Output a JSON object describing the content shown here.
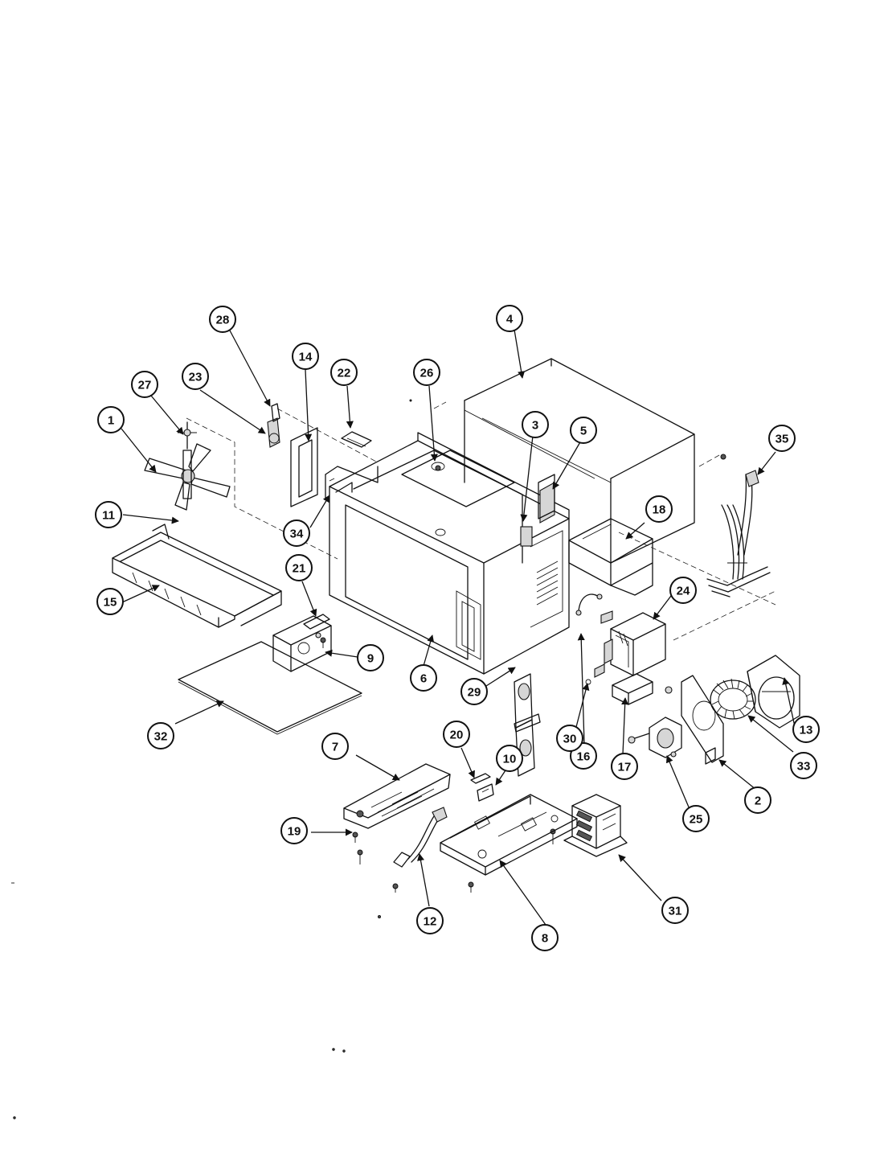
{
  "callouts": [
    "1",
    "2",
    "3",
    "4",
    "5",
    "6",
    "7",
    "8",
    "9",
    "10",
    "11",
    "12",
    "13",
    "14",
    "15",
    "16",
    "17",
    "18",
    "19",
    "20",
    "21",
    "22",
    "23",
    "24",
    "25",
    "26",
    "27",
    "28",
    "29",
    "30",
    "31",
    "32",
    "33",
    "34",
    "35"
  ],
  "colors": {
    "ink": "#111111",
    "paper": "#ffffff"
  }
}
